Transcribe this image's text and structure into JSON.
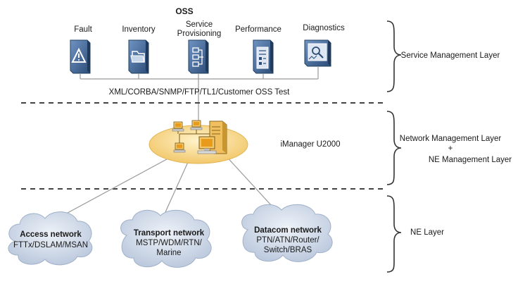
{
  "oss": {
    "title": "OSS",
    "items": [
      {
        "label_lines": [
          "Fault"
        ],
        "icon": "fault-warning-icon"
      },
      {
        "label_lines": [
          "Inventory"
        ],
        "icon": "inventory-folder-icon"
      },
      {
        "label_lines": [
          "Service",
          "Provisioning"
        ],
        "icon": "service-provisioning-icon"
      },
      {
        "label_lines": [
          "Performance"
        ],
        "icon": "performance-icon"
      },
      {
        "label_lines": [
          "Diagnostics"
        ],
        "icon": "diagnostics-icon"
      }
    ],
    "interface_text": "XML/CORBA/SNMP/FTP/TL1/Customer OSS Test"
  },
  "manager": {
    "label": "iManager U2000",
    "icon": "server-workstations-icon"
  },
  "layers": [
    {
      "name": "service-management",
      "lines": [
        "Service Management Layer"
      ]
    },
    {
      "name": "network-management",
      "lines": [
        "Network Management Layer",
        "+",
        "NE Management Layer"
      ]
    },
    {
      "name": "ne",
      "lines": [
        "NE Layer"
      ]
    }
  ],
  "networks": [
    {
      "title": "Access network",
      "lines": [
        "FTTx/DSLAM/MSAN"
      ]
    },
    {
      "title": "Transport network",
      "lines": [
        "MSTP/WDM/RTN/",
        "Marine"
      ]
    },
    {
      "title": "Datacom network",
      "lines": [
        "PTN/ATN/Router/",
        "Switch/BRAS"
      ]
    }
  ],
  "colors": {
    "icon_blue": "#3a5f8f",
    "icon_dark": "#24405f",
    "cloud": "#c9d5e6",
    "ellipse": "#f7d68a",
    "lines": "#9a9a9a"
  }
}
